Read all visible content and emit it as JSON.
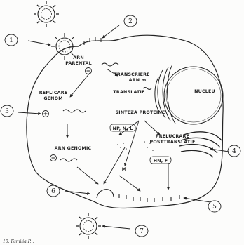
{
  "labels": {
    "arn_parental": [
      "ARN",
      "PARENTAL"
    ],
    "transcriere": [
      "TRANSCRIERE",
      "ARN m"
    ],
    "translatie": "TRANSLATIE",
    "nucleu": "NUCLEU",
    "replicare_genom": [
      "REPLICARE",
      "GENOM"
    ],
    "sinteza_proteine": "SINTEZA PROTEINE",
    "np_nsl": "NP, N, L",
    "prelucrare": [
      "PRELUCRARE",
      "POSTTRANSLATIE"
    ],
    "hn_f": "HN, F",
    "arn_genomic": "ARN GENOMIC",
    "m_protein": "M"
  },
  "step_numbers": [
    "1",
    "2",
    "3",
    "4",
    "5",
    "6",
    "7"
  ],
  "caption_fragment": "10. Familia P..."
}
